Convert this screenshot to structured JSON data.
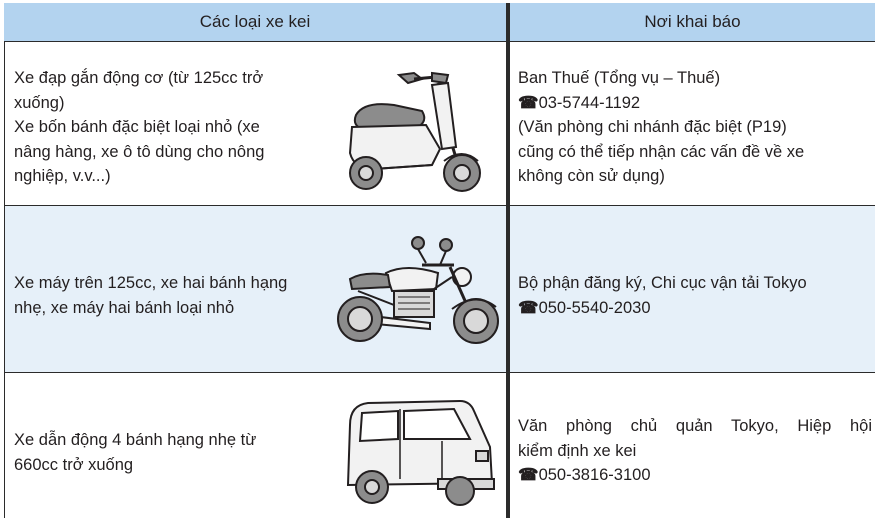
{
  "header": {
    "col1": "Các loại xe kei",
    "col2": "Nơi khai báo"
  },
  "rows": [
    {
      "vehicle_lines": [
        "Xe đạp gắn động cơ (từ 125cc trở",
        "xuống)",
        "Xe bốn bánh đặc biệt loại nhỏ (xe",
        "nâng hàng, xe ô tô dùng cho nông",
        "nghiệp, v.v...)"
      ],
      "image": "scooter-illustration",
      "office": "Ban Thuế (Tổng vụ – Thuế)",
      "phone_icon": "☎",
      "phone": "03-5744-1192",
      "note_lines": [
        "(Văn phòng chi nhánh đặc biệt (P19)",
        "cũng có thể tiếp nhận các vấn đề về xe",
        "không còn sử dụng)"
      ]
    },
    {
      "vehicle_lines": [
        "Xe máy trên 125cc, xe hai bánh hạng",
        "nhẹ, xe máy hai bánh loại nhỏ"
      ],
      "image": "motorcycle-illustration",
      "office": "Bộ phận đăng ký, Chi cục vận tải Tokyo",
      "phone_icon": "☎",
      "phone": "050-5540-2030"
    },
    {
      "vehicle_lines": [
        "Xe dẫn động 4 bánh hạng nhẹ từ",
        "660cc trở xuống"
      ],
      "image": "kei-car-illustration",
      "office_lines": [
        "Văn phòng chủ quản Tokyo, Hiệp hội",
        "kiểm định xe kei"
      ],
      "phone_icon": "☎",
      "phone": "050-3816-3100"
    }
  ],
  "colors": {
    "header_bg": "#b3d3ef",
    "alt_row_bg": "#e6f0f9",
    "border": "#2b2b2b",
    "vehicle_gray": "#8c8c8c"
  }
}
